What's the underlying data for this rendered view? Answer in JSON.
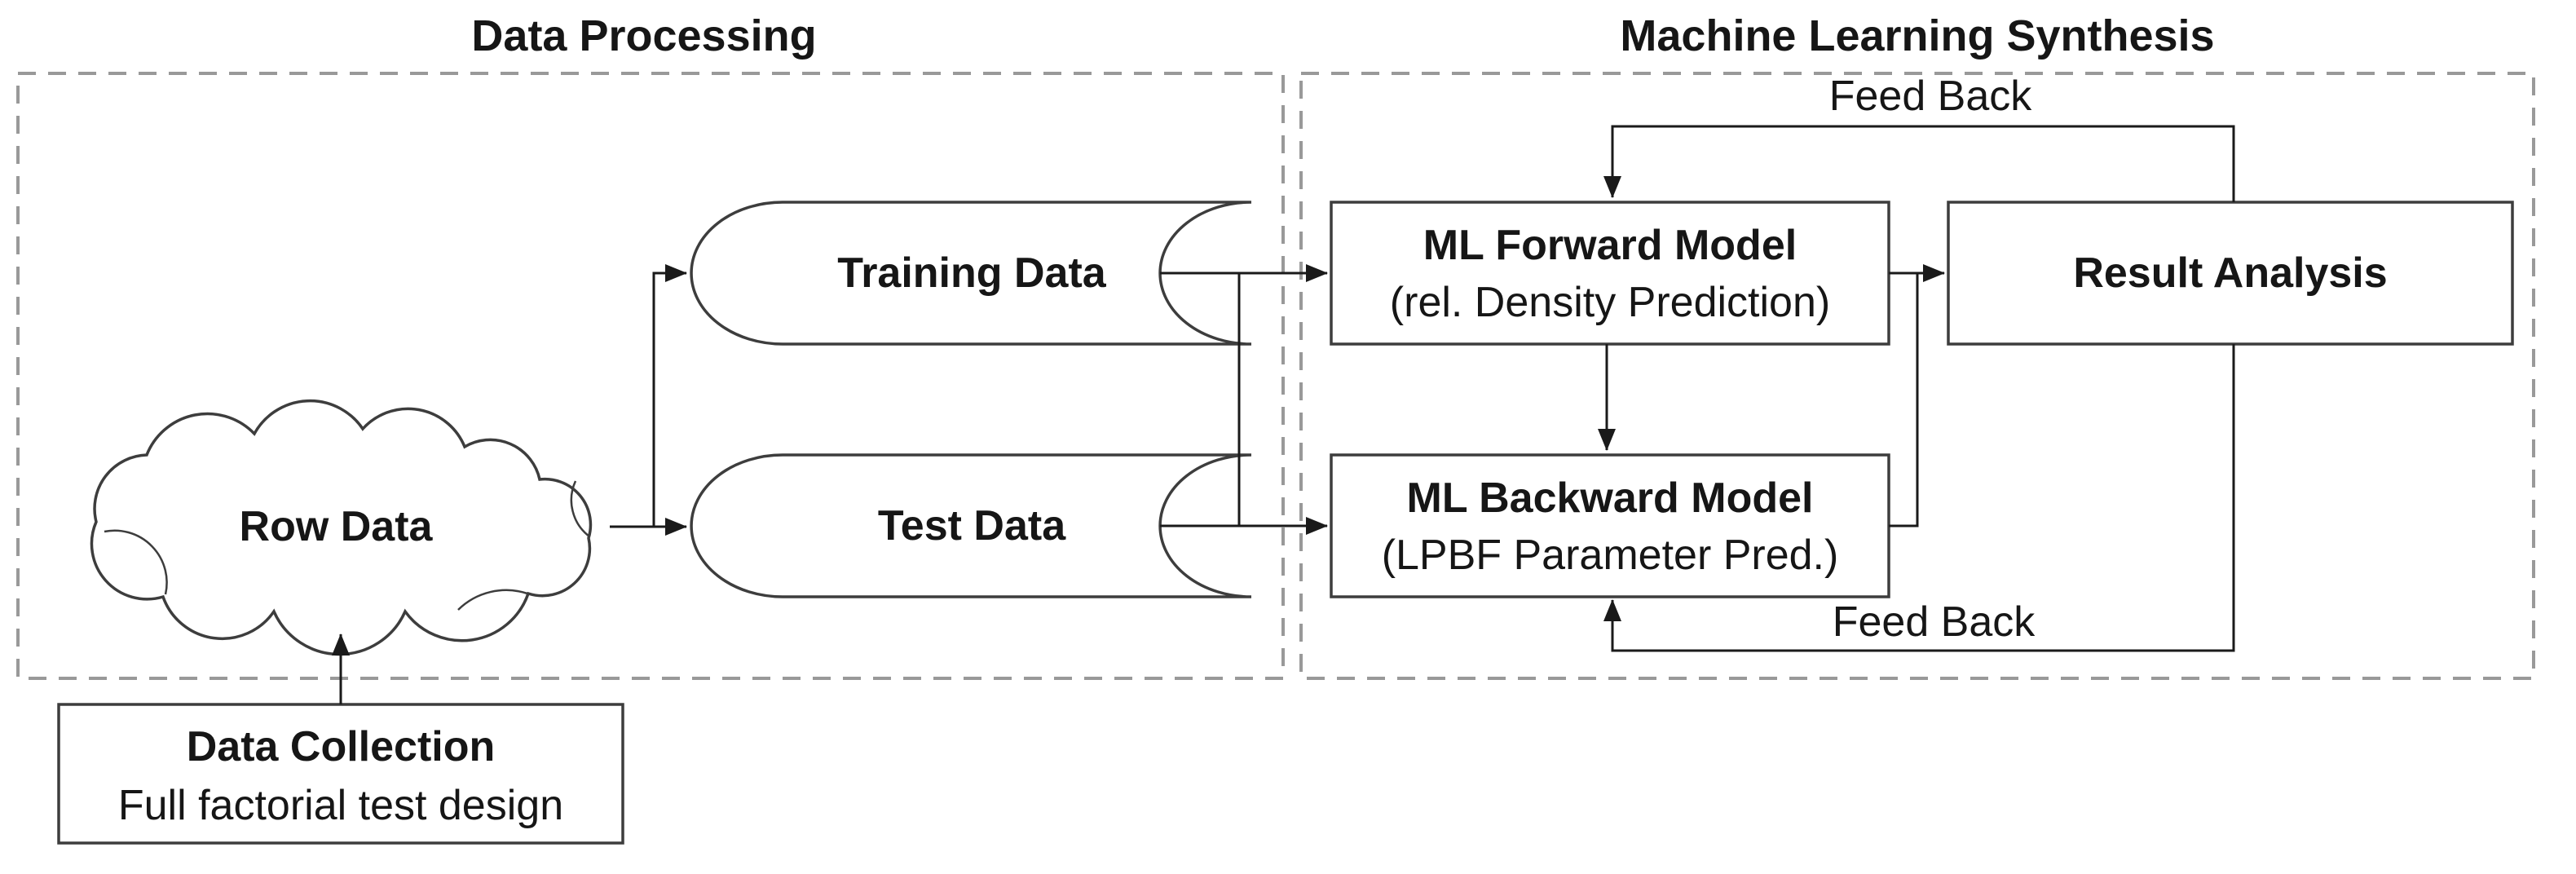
{
  "sections": {
    "data_processing": {
      "title": "Data Processing"
    },
    "machine_learning_synthesis": {
      "title": "Machine Learning Synthesis"
    }
  },
  "nodes": {
    "row_data": {
      "label": "Row Data",
      "shape": "cloud"
    },
    "data_collection": {
      "title": "Data Collection",
      "subtitle": "Full factorial test design",
      "shape": "rectangle"
    },
    "training_data": {
      "label": "Training Data",
      "shape": "stored-data"
    },
    "test_data": {
      "label": "Test Data",
      "shape": "stored-data"
    },
    "ml_forward_model": {
      "title": "ML Forward Model",
      "subtitle": "(rel. Density Prediction)",
      "shape": "rectangle"
    },
    "ml_backward_model": {
      "title": "ML Backward Model",
      "subtitle": "(LPBF Parameter Pred.)",
      "shape": "rectangle"
    },
    "result_analysis": {
      "label": "Result Analysis",
      "shape": "rectangle"
    }
  },
  "edges": {
    "feedback_top": {
      "label": "Feed Back"
    },
    "feedback_bottom": {
      "label": "Feed Back"
    }
  },
  "colors": {
    "line": "#1a1a1a",
    "box_border": "#3d3d3d",
    "dashed_border": "#999999",
    "text": "#161616",
    "background": "#ffffff"
  }
}
